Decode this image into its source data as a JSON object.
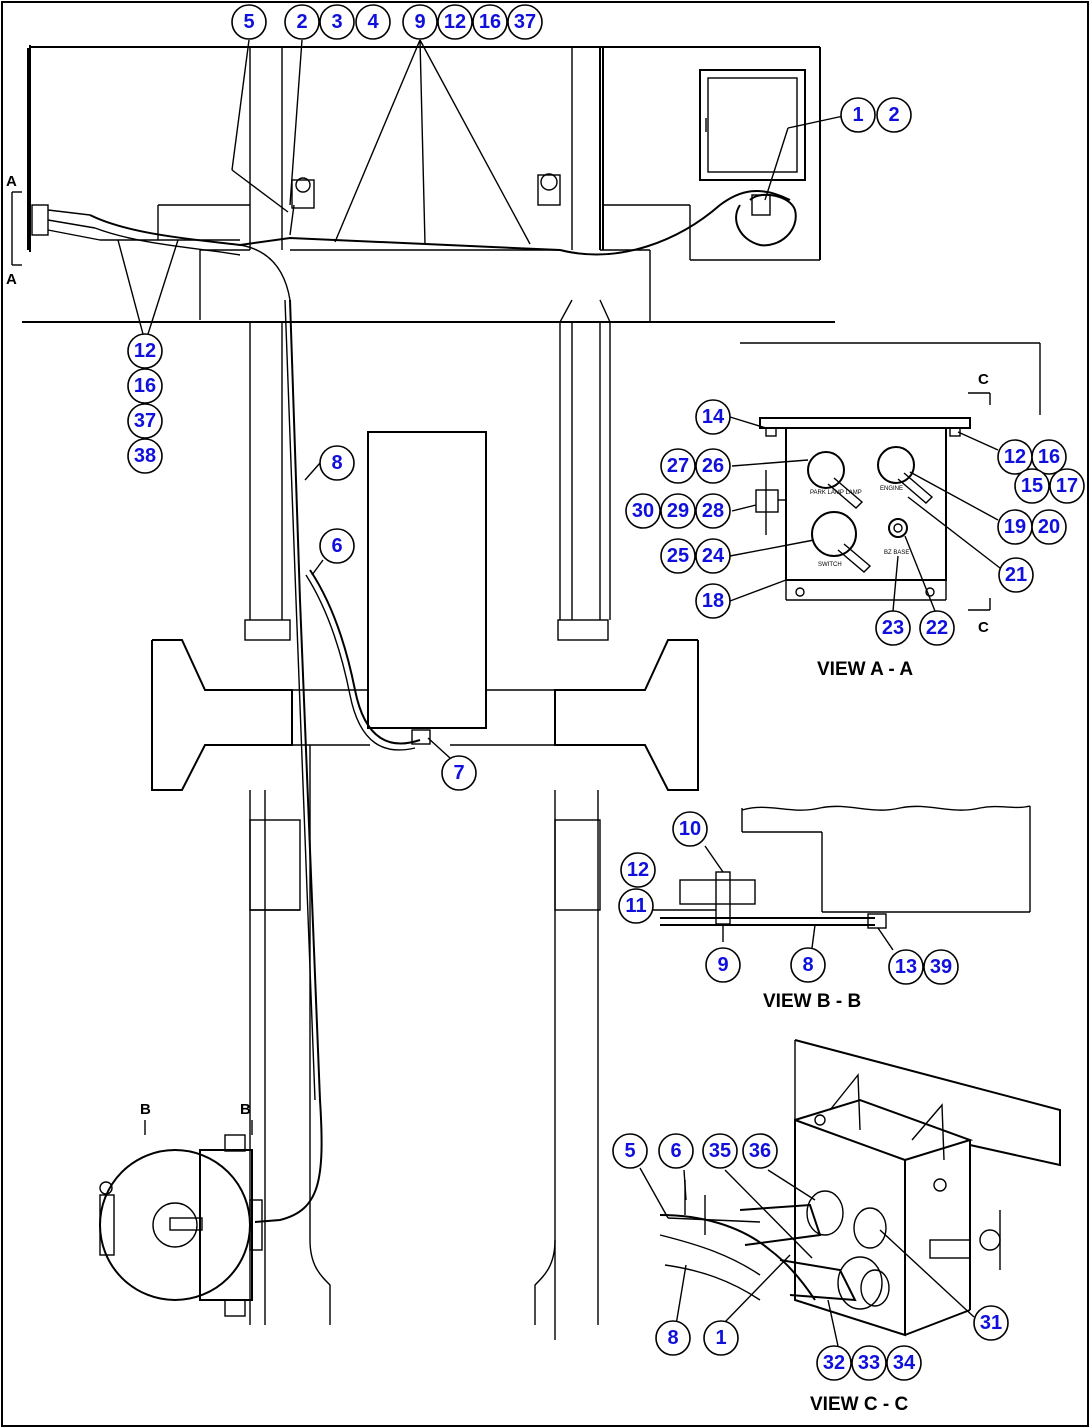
{
  "view_titles": {
    "aa": "VIEW A - A",
    "bb": "VIEW B - B",
    "cc": "VIEW C - C"
  },
  "section_letters": {
    "a": "A",
    "b": "B",
    "c": "C"
  },
  "panel_labels": {
    "parking_lamp": "PARK LAMP LAMP",
    "engine": "ENGINE",
    "switch": "SWITCH",
    "buzzer": "BZ BASE"
  },
  "callouts": [
    {
      "id": "c-5-top",
      "label": "5"
    },
    {
      "id": "c-2-top",
      "label": "2"
    },
    {
      "id": "c-3-top",
      "label": "3"
    },
    {
      "id": "c-4-top",
      "label": "4"
    },
    {
      "id": "c-9-top",
      "label": "9"
    },
    {
      "id": "c-12-top",
      "label": "12"
    },
    {
      "id": "c-16-top",
      "label": "16"
    },
    {
      "id": "c-37-top",
      "label": "37"
    },
    {
      "id": "c-1-right",
      "label": "1"
    },
    {
      "id": "c-2-right",
      "label": "2"
    },
    {
      "id": "c-12-left",
      "label": "12"
    },
    {
      "id": "c-16-left",
      "label": "16"
    },
    {
      "id": "c-37-left",
      "label": "37"
    },
    {
      "id": "c-38-left",
      "label": "38"
    },
    {
      "id": "c-8-mid",
      "label": "8"
    },
    {
      "id": "c-6-mid",
      "label": "6"
    },
    {
      "id": "c-7-mid",
      "label": "7"
    },
    {
      "id": "c-14-aa",
      "label": "14"
    },
    {
      "id": "c-27-aa",
      "label": "27"
    },
    {
      "id": "c-26-aa",
      "label": "26"
    },
    {
      "id": "c-30-aa",
      "label": "30"
    },
    {
      "id": "c-29-aa",
      "label": "29"
    },
    {
      "id": "c-28-aa",
      "label": "28"
    },
    {
      "id": "c-25-aa",
      "label": "25"
    },
    {
      "id": "c-24-aa",
      "label": "24"
    },
    {
      "id": "c-18-aa",
      "label": "18"
    },
    {
      "id": "c-23-aa",
      "label": "23"
    },
    {
      "id": "c-22-aa",
      "label": "22"
    },
    {
      "id": "c-21-aa",
      "label": "21"
    },
    {
      "id": "c-19-aa",
      "label": "19"
    },
    {
      "id": "c-20-aa",
      "label": "20"
    },
    {
      "id": "c-12-aa",
      "label": "12"
    },
    {
      "id": "c-16-aa",
      "label": "16"
    },
    {
      "id": "c-15-aa",
      "label": "15"
    },
    {
      "id": "c-17-aa",
      "label": "17"
    },
    {
      "id": "c-10-bb",
      "label": "10"
    },
    {
      "id": "c-12-bb",
      "label": "12"
    },
    {
      "id": "c-11-bb",
      "label": "11"
    },
    {
      "id": "c-9-bb",
      "label": "9"
    },
    {
      "id": "c-8-bb",
      "label": "8"
    },
    {
      "id": "c-13-bb",
      "label": "13"
    },
    {
      "id": "c-39-bb",
      "label": "39"
    },
    {
      "id": "c-5-cc",
      "label": "5"
    },
    {
      "id": "c-6-cc",
      "label": "6"
    },
    {
      "id": "c-35-cc",
      "label": "35"
    },
    {
      "id": "c-36-cc",
      "label": "36"
    },
    {
      "id": "c-31-cc",
      "label": "31"
    },
    {
      "id": "c-8-cc",
      "label": "8"
    },
    {
      "id": "c-1-cc",
      "label": "1"
    },
    {
      "id": "c-32-cc",
      "label": "32"
    },
    {
      "id": "c-33-cc",
      "label": "33"
    },
    {
      "id": "c-34-cc",
      "label": "34"
    }
  ]
}
